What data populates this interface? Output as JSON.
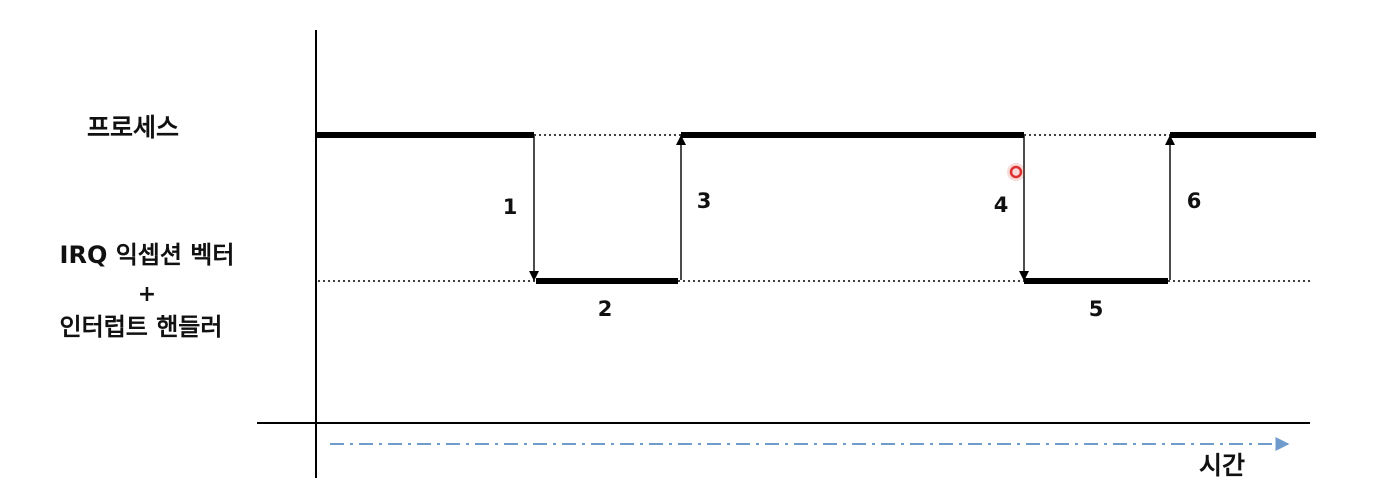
{
  "labels": {
    "process": "프로세스",
    "irq_line1": "IRQ 익셉션 벡터",
    "irq_plus": "+",
    "irq_line2": "인터럽트 핸들러",
    "time": "시간"
  },
  "steps": [
    "1",
    "2",
    "3",
    "4",
    "5",
    "6"
  ],
  "colors": {
    "line": "#000000",
    "time_arrow": "#6f9ccd",
    "cursor": "#e03030"
  }
}
